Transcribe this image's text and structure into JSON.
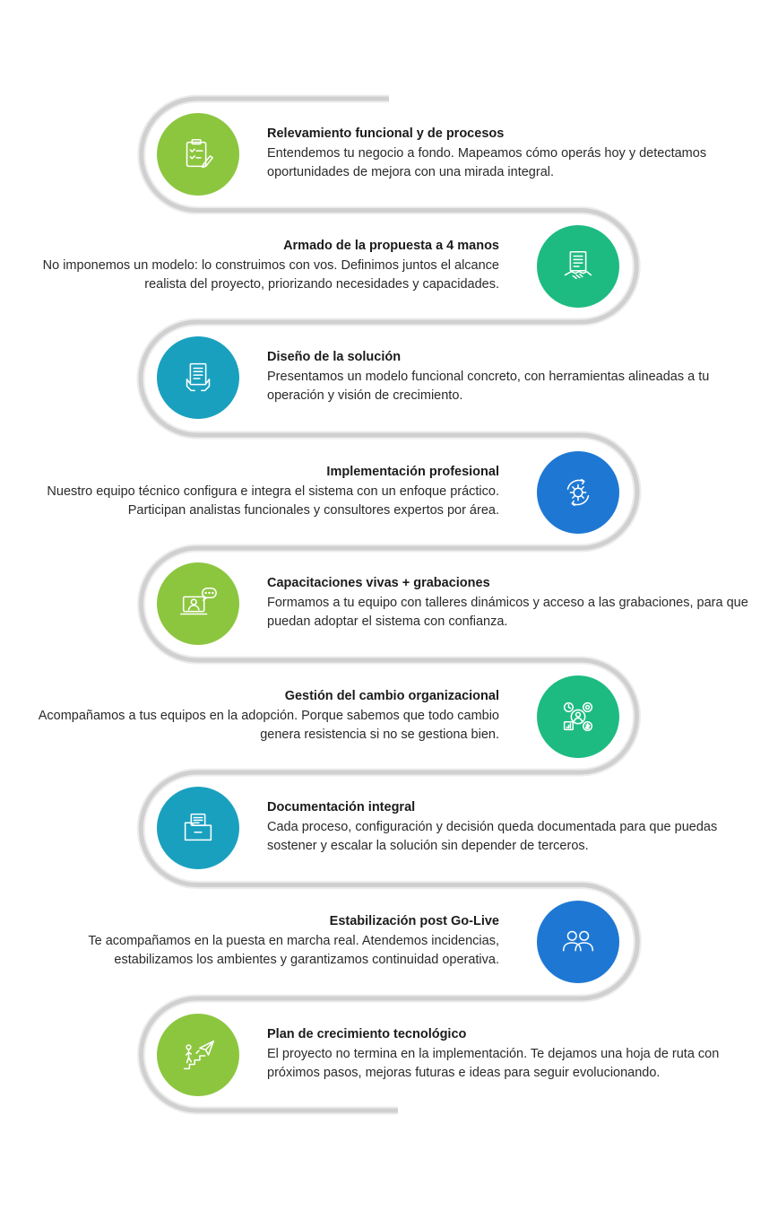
{
  "steps": [
    {
      "title": "Relevamiento funcional y de procesos",
      "desc": "Entendemos tu negocio a fondo. Mapeamos cómo operás hoy y detectamos oportunidades de mejora con una mirada integral.",
      "color": "#8cc63f",
      "icon": "clipboard-checklist-icon"
    },
    {
      "title": "Armado de la propuesta a 4 manos",
      "desc": "No imponemos un modelo: lo construimos con vos. Definimos juntos el alcance realista del proyecto, priorizando necesidades y capacidades.",
      "color": "#1dbb82",
      "icon": "document-handshake-icon"
    },
    {
      "title": "Diseño de la solución",
      "desc": "Presentamos un modelo funcional concreto, con herramientas alineadas a tu operación y visión de crecimiento.",
      "color": "#1aa0bf",
      "icon": "document-hands-icon"
    },
    {
      "title": "Implementación profesional",
      "desc": "Nuestro equipo técnico configura e integra el sistema con un enfoque práctico. Participan analistas funcionales y consultores expertos por área.",
      "color": "#1e78d3",
      "icon": "gear-cycle-icon"
    },
    {
      "title": "Capacitaciones vivas + grabaciones",
      "desc": "Formamos a tu equipo con talleres dinámicos y acceso a las grabaciones, para que puedan adoptar el sistema con confianza.",
      "color": "#8cc63f",
      "icon": "laptop-chat-icon"
    },
    {
      "title": "Gestión del cambio organizacional",
      "desc": "Acompañamos a tus equipos en la adopción. Porque sabemos que todo cambio genera resistencia si no se gestiona bien.",
      "color": "#1dbb82",
      "icon": "person-metrics-icon"
    },
    {
      "title": "Documentación integral",
      "desc": "Cada proceso, configuración y decisión queda documentada para que puedas sostener y escalar la solución sin depender de terceros.",
      "color": "#1aa0bf",
      "icon": "folder-document-icon"
    },
    {
      "title": "Estabilización post Go-Live",
      "desc": "Te acompañamos en la puesta en marcha real. Atendemos incidencias, estabilizamos los ambientes y garantizamos continuidad operativa.",
      "color": "#1e78d3",
      "icon": "users-icon"
    },
    {
      "title": "Plan de crecimiento tecnológico",
      "desc": "El proyecto no termina en la implementación. Te dejamos una hoja de ruta con próximos pasos, mejoras futuras e ideas para seguir evolucionando.",
      "color": "#8cc63f",
      "icon": "stairs-paperplane-icon"
    }
  ],
  "connector_color": "#d0d0d0"
}
